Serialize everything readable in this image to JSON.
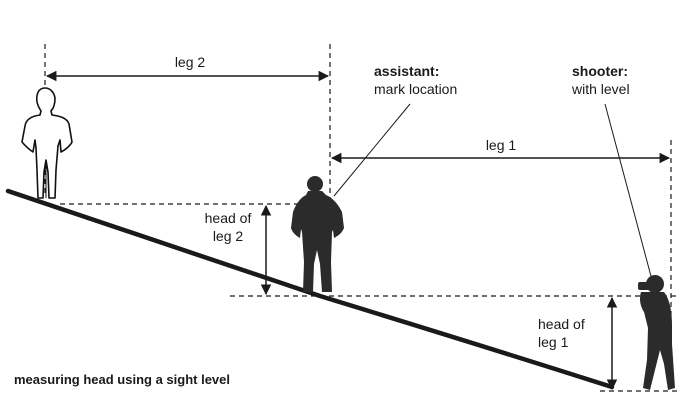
{
  "diagram": {
    "caption": "measuring head using a sight level",
    "leg1_label": "leg 1",
    "leg2_label": "leg 2",
    "head_leg2_line1": "head of",
    "head_leg2_line2": "leg 2",
    "head_leg1_line1": "head of",
    "head_leg1_line2": "leg 1",
    "assistant": {
      "title": "assistant:",
      "subtitle": "mark location"
    },
    "shooter": {
      "title": "shooter:",
      "subtitle": "with level"
    },
    "colors": {
      "ink": "#1a1a1a",
      "figure": "#2b2b2b",
      "outline": "#111111",
      "background": "#ffffff"
    }
  }
}
